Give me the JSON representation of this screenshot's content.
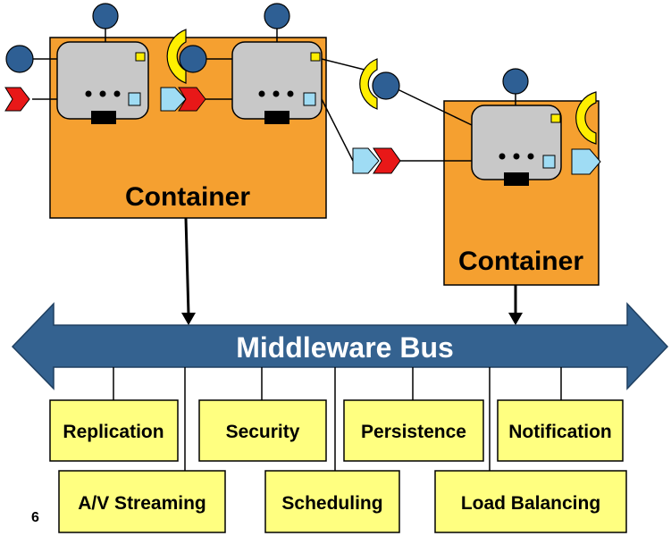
{
  "colors": {
    "container": "#f5a030",
    "component": "#c8c8c8",
    "port": "#2e5f94",
    "facet": "#ffee00",
    "bus": "#346290",
    "service": "#ffff80",
    "event_source": "#9fdcf4",
    "event_sink": "#e81818"
  },
  "containers": [
    {
      "label": "Container"
    },
    {
      "label": "Container"
    }
  ],
  "bus": {
    "label": "Middleware Bus"
  },
  "services": {
    "top_row": [
      "Replication",
      "Security",
      "Persistence",
      "Notification"
    ],
    "bottom_row": [
      "A/V Streaming",
      "Scheduling",
      "Load Balancing"
    ]
  },
  "page_number": "6"
}
